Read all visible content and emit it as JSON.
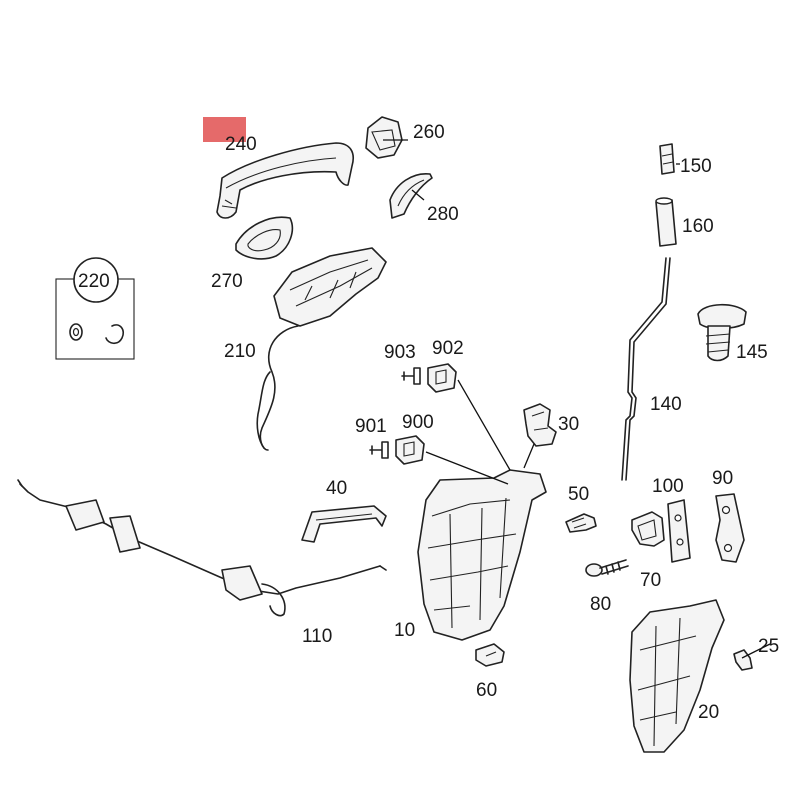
{
  "diagram": {
    "highlight_color": "#e05050",
    "highlighted_part": "240",
    "part_numbers": {
      "p240": "240",
      "p260": "260",
      "p280": "280",
      "p270": "270",
      "p220": "220",
      "p210": "210",
      "p903": "903",
      "p902": "902",
      "p901": "901",
      "p900": "900",
      "p30": "30",
      "p150": "150",
      "p160": "160",
      "p145": "145",
      "p140": "140",
      "p40": "40",
      "p50": "50",
      "p100": "100",
      "p90": "90",
      "p70": "70",
      "p80": "80",
      "p110": "110",
      "p10": "10",
      "p60": "60",
      "p25": "25",
      "p20": "20"
    }
  }
}
